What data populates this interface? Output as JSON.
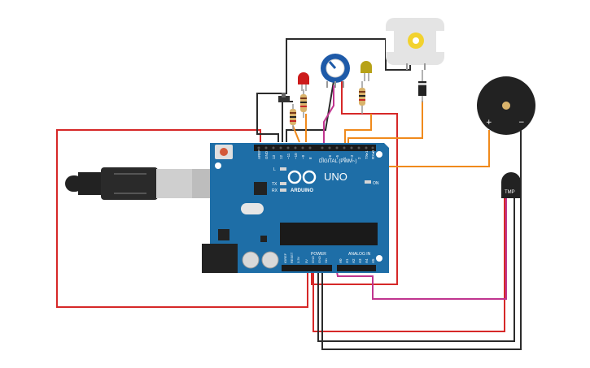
{
  "canvas": {
    "background": "#ffffff"
  },
  "arduino": {
    "model": "UNO",
    "brand": "ARDUINO",
    "board_color": "#1e6ea7",
    "header_labels": {
      "digital": "DIGITAL (PWM~)",
      "power": "POWER",
      "analog_in": "ANALOG IN",
      "on": "ON",
      "tx": "TX",
      "rx": "RX",
      "l": "L"
    },
    "digital_pins": [
      "AREF",
      "GND",
      "13",
      "12",
      "~11",
      "~10",
      "~9",
      "8",
      "7",
      "~6",
      "~5",
      "4",
      "~3",
      "2",
      "TX▸1",
      "RX◂0"
    ],
    "power_pins": [
      "IOREF",
      "RESET",
      "3.3V",
      "5V",
      "GND",
      "GND",
      "Vin"
    ],
    "analog_pins": [
      "A0",
      "A1",
      "A2",
      "A3",
      "A4",
      "A5"
    ]
  },
  "components": {
    "red_led": {
      "color": "#cc1b1b"
    },
    "yellow_led": {
      "color": "#b7a218"
    },
    "dc_motor": {
      "color": "#f2d22e"
    },
    "buzzer": {
      "plus_label": "+",
      "minus_label": "−"
    },
    "temp_sensor": {
      "label": "TMP"
    },
    "potentiometer": {
      "color": "#1e5aa8"
    }
  },
  "wire_colors": {
    "red": "#d62828",
    "black": "#2b2b2b",
    "orange": "#f08a1c",
    "magenta": "#c0358f"
  }
}
